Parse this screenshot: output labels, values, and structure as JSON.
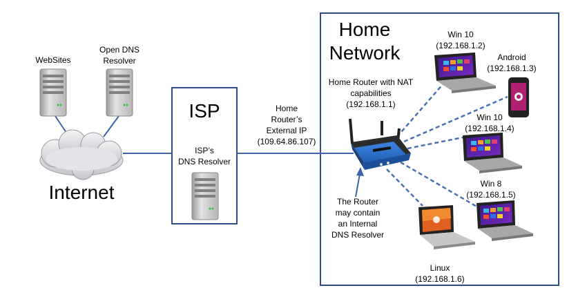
{
  "internet": {
    "label": "Internet",
    "websites_label": "WebSites",
    "open_dns_label_1": "Open DNS",
    "open_dns_label_2": "Resolver"
  },
  "isp": {
    "title": "ISP",
    "dns_label_1": "ISP’s",
    "dns_label_2": "DNS Resolver"
  },
  "external_ip": {
    "line1": "Home",
    "line2": "Router’s",
    "line3": "External IP",
    "line4": "(109.64.86.107)"
  },
  "home": {
    "title_1": "Home",
    "title_2": "Network",
    "router_label_1": "Home Router with NAT",
    "router_label_2": "capabilities",
    "router_label_3": "(192.168.1.1)",
    "router_note_1": "The Router",
    "router_note_2": "may contain",
    "router_note_3": "an Internal",
    "router_note_4": "DNS Resolver",
    "devices": [
      {
        "name": "Win 10",
        "ip": "(192.168.1.2)"
      },
      {
        "name": "Android",
        "ip": "(192.168.1.3)"
      },
      {
        "name": "Win 10",
        "ip": "(192.168.1.4)"
      },
      {
        "name": "Win 8",
        "ip": "(192.168.1.5)"
      },
      {
        "name": "Linux",
        "ip": "(192.168.1.6)"
      }
    ]
  },
  "colors": {
    "box_border": "#2e4b8a",
    "link": "#3a63a8",
    "dashed_link": "#4a6fb0",
    "router_blue": "#2b6cc4",
    "server_gray": "#c8c8c8",
    "cloud_gray": "#d2d2d6"
  }
}
